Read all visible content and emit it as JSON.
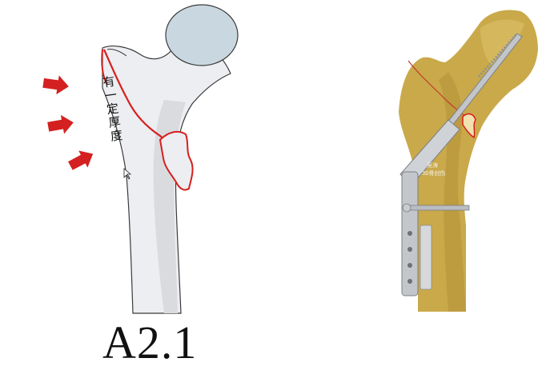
{
  "left_figure": {
    "vertical_label": "有一定厚度",
    "arrow_count": 3,
    "fracture_line_color": "#d81e1e",
    "arrow_color": "#d42020",
    "bone_fill": "#ecedef",
    "head_fill": "#c7d6de"
  },
  "right_figure": {
    "watermark_line1": "吴涛",
    "watermark_line2": "3D骨创伤",
    "specimen_color": "#c9a94a",
    "implant_color": "#c2c5c9"
  },
  "caption": "A2.1"
}
